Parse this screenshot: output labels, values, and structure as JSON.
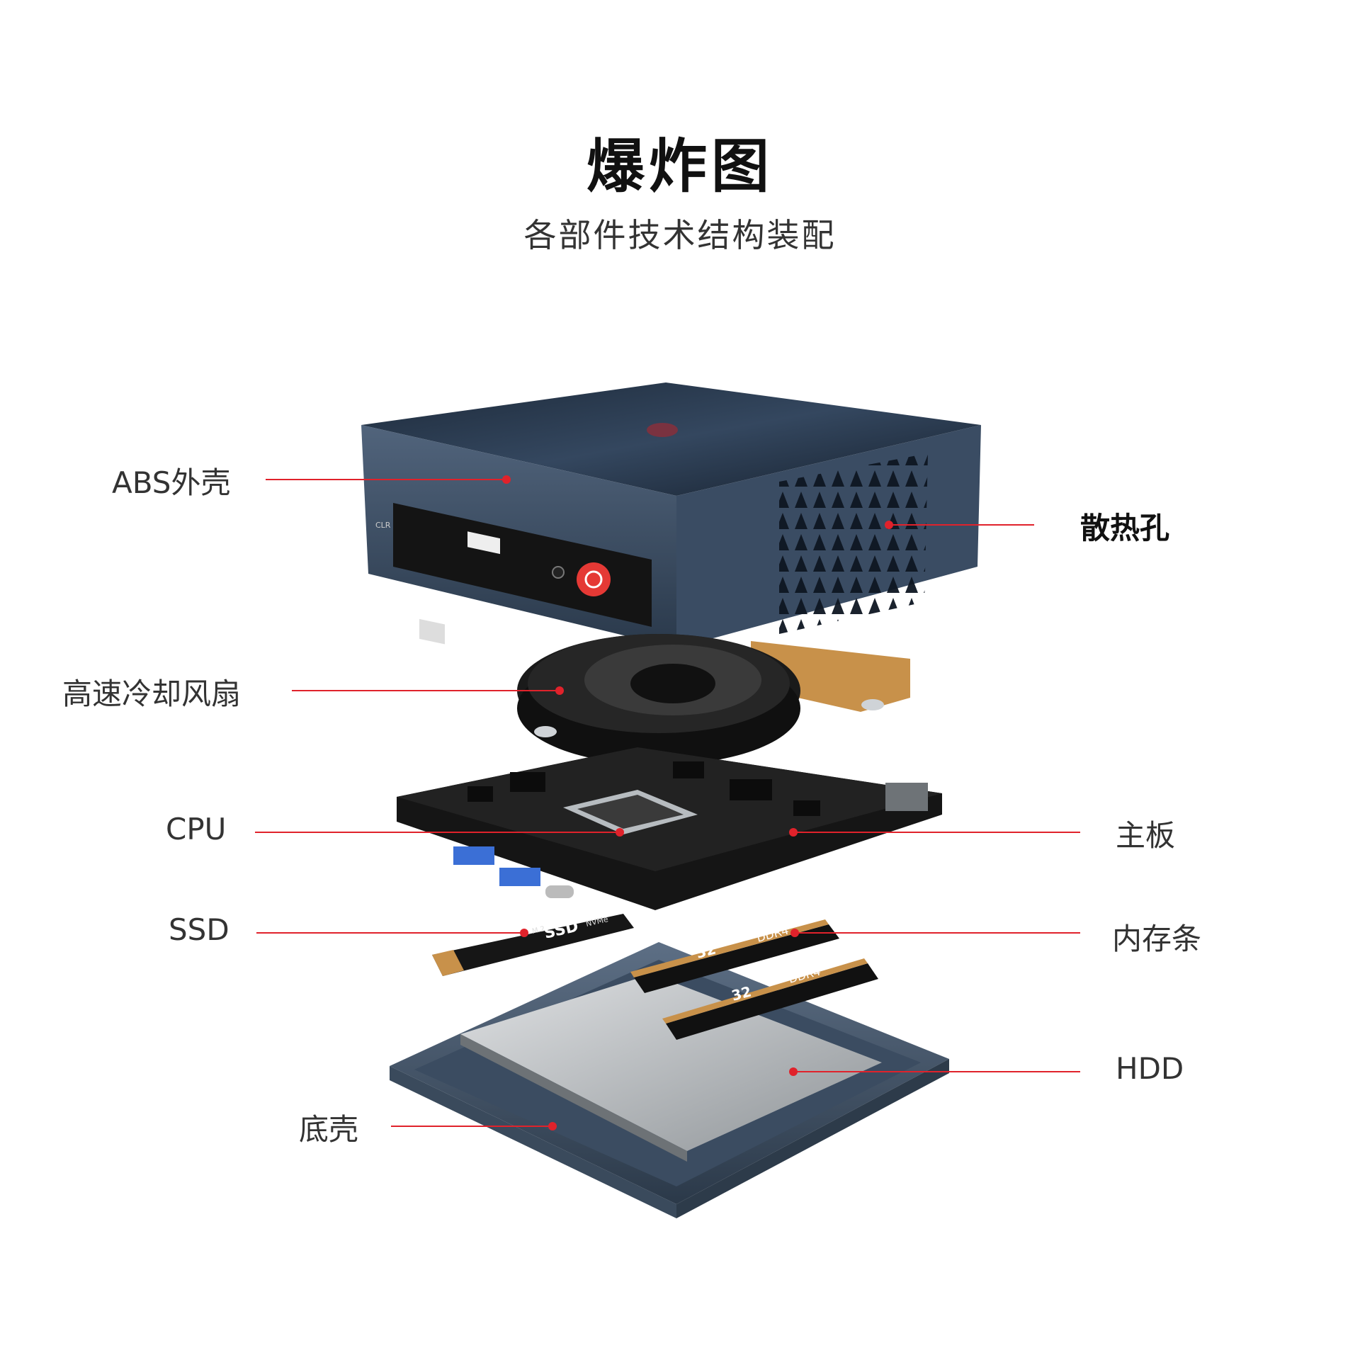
{
  "header": {
    "title": "爆炸图",
    "subtitle": "各部件技术结构装配"
  },
  "callouts": {
    "abs_shell": "ABS外壳",
    "vents": "散热孔",
    "fan": "高速冷却风扇",
    "cpu": "CPU",
    "motherboard": "主板",
    "ssd": "SSD",
    "ram": "内存条",
    "hdd": "HDD",
    "bottom_case": "底壳"
  },
  "device_marks": {
    "front_port_label": "CLR",
    "ssd_text": "SSD",
    "ssd_sub": "M.2",
    "ssd_nvme": "NVMe",
    "ram1_size": "32",
    "ram1_type": "DDR4",
    "ram2_size": "32",
    "ram2_type": "DDR4"
  },
  "colors": {
    "leader_line": "#e0222b",
    "shell": "#2e3f55",
    "accent_red": "#e53935",
    "board": "#1c1c1c",
    "heatpipe": "#c8914a"
  }
}
